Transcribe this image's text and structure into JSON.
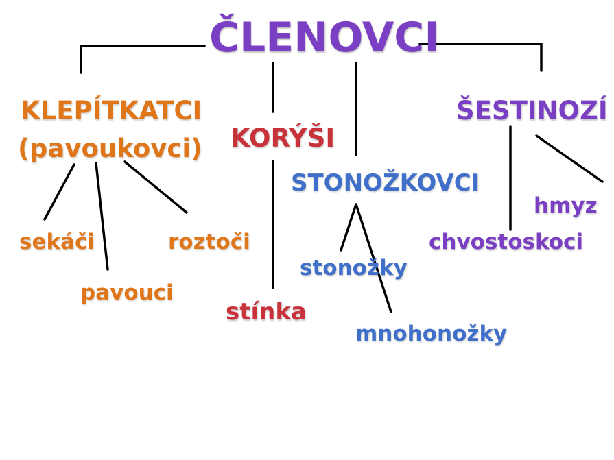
{
  "root": {
    "label": "ČLENOVCI",
    "color": "#7b3fc4"
  },
  "groups": {
    "klepitkatci": {
      "label": "KLEPÍTKATCI",
      "sublabel": "(pavoukovci)",
      "color": "#e0761a",
      "children": [
        "sekáči",
        "pavouci",
        "roztoči"
      ]
    },
    "korysi": {
      "label": "KORÝŠI",
      "color": "#c8323a",
      "children": [
        "stínka"
      ]
    },
    "stonozkovci": {
      "label": "STONOŽKOVCI",
      "color": "#3f6fc8",
      "children": [
        "stonožky",
        "mnohonožky"
      ]
    },
    "sestinozi": {
      "label": "ŠESTINOZÍ",
      "color": "#7b3fc4",
      "children": [
        "chvostoskoci",
        "hmyz"
      ]
    }
  }
}
